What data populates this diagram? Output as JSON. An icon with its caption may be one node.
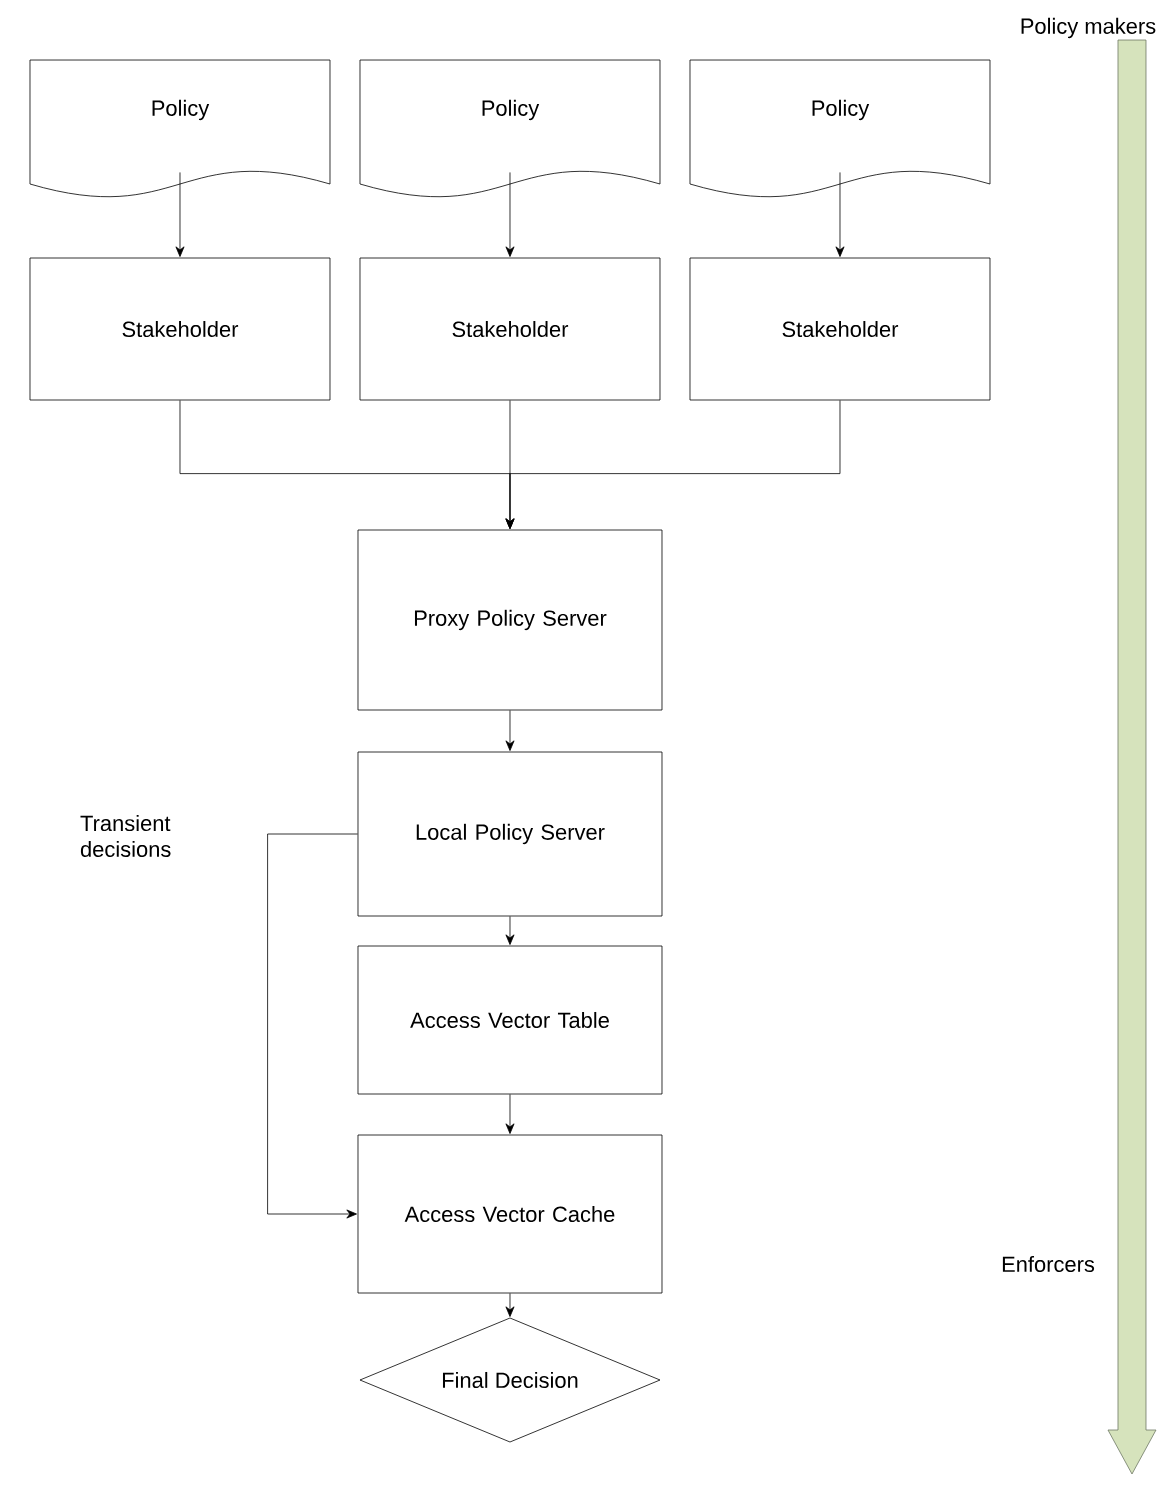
{
  "diagram": {
    "nodes": [
      {
        "text": [
          "Policy"
        ]
      },
      {
        "text": [
          "Policy"
        ]
      },
      {
        "text": [
          "Policy"
        ]
      },
      {
        "text": [
          "Stakeholder"
        ]
      },
      {
        "text": [
          "Stakeholder"
        ]
      },
      {
        "text": [
          "Stakeholder"
        ]
      },
      {
        "text": [
          "Proxy Policy Server"
        ]
      },
      {
        "text": [
          "Local Policy Server"
        ]
      },
      {
        "text": [
          "Access Vector Table"
        ]
      },
      {
        "text": [
          "Access Vector Cache"
        ]
      },
      {
        "text": [
          "Final Decision"
        ]
      }
    ],
    "edges": [
      {
        "from": 0,
        "to": 3,
        "arrow": "to"
      },
      {
        "from": 1,
        "to": 4,
        "arrow": "to"
      },
      {
        "from": 2,
        "to": 5,
        "arrow": "to"
      },
      {
        "from": 3,
        "to": 6,
        "arrow": "to"
      },
      {
        "from": 4,
        "to": 6,
        "arrow": "to"
      },
      {
        "from": 5,
        "to": 6,
        "arrow": "to"
      },
      {
        "from": 6,
        "to": 7,
        "arrow": "to"
      },
      {
        "from": 7,
        "to": 8,
        "arrow": "to"
      },
      {
        "from": 8,
        "to": 9,
        "arrow": "to"
      },
      {
        "from": 7,
        "to": 9,
        "arrow": "to",
        "label": "Transient decisions"
      },
      {
        "from": 9,
        "to": 10,
        "arrow": "to"
      }
    ],
    "labels": [
      "Policy makers",
      "Enforcers"
    ]
  }
}
